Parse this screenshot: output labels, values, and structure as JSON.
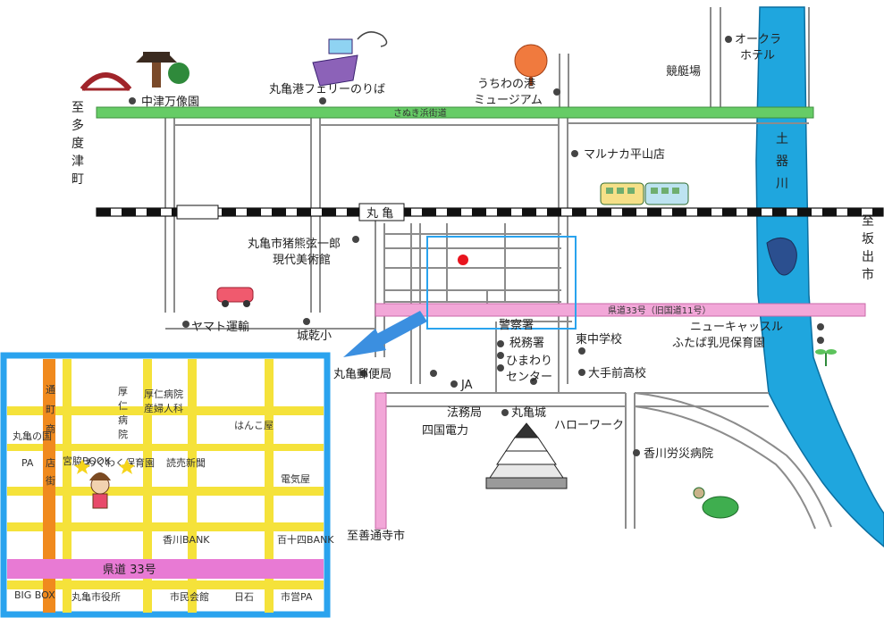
{
  "main_map": {
    "places": {
      "nakatsu_bansho_en": "中津万像園",
      "ferry": "丸亀港フェリーのりば",
      "uchiwa_museum_1": "うちわの港",
      "uchiwa_museum_2": "ミュージアム",
      "okura_1": "オークラ",
      "okura_2": "ホテル",
      "kyoteijo": "競艇場",
      "marunaka": "マルナカ平山店",
      "inokuma_1": "丸亀市猪熊弦一郎",
      "inokuma_2": "現代美術館",
      "yamato": "ヤマト運輸",
      "jokanko": "城乾小",
      "keisatsusho": "警察署",
      "zeimusho": "税務署",
      "himawari_1": "ひまわり",
      "himawari_2": "センター",
      "higashi_chugaku": "東中学校",
      "ote_mae": "大手前高校",
      "yubinkyoku": "丸亀郵便局",
      "ja": "JA",
      "homukyoku": "法務局",
      "marugame_jo": "丸亀城",
      "shikoku_denryoku": "四国電力",
      "hello_work": "ハローワーク",
      "kagawa_rosai": "香川労災病院",
      "new_castle": "ニューキャッスル",
      "futaba": "ふたば乳児保育園",
      "sanuki_road": "さぬき浜街道",
      "station": "丸 亀",
      "route33": "県道33号（旧国道11号）"
    },
    "directions": {
      "tadotsu": [
        "至",
        "多",
        "度",
        "津",
        "町"
      ],
      "sakaide": [
        "至",
        "坂",
        "出",
        "市"
      ],
      "zentsuji": "至善通寺市"
    },
    "river": [
      "土",
      "器",
      "川"
    ]
  },
  "inset": {
    "labels": {
      "hospital_a": [
        "厚",
        "仁",
        "病",
        "院"
      ],
      "hospital_b": [
        "厚仁病院",
        "産婦人科"
      ],
      "pa_left": "PA",
      "shop_top_left": "丸亀の国",
      "station_street": [
        "通",
        "町",
        "商",
        "店",
        "街"
      ],
      "school_sign": "わくわく保育園",
      "bookstore": "宮脇BOOK",
      "newspaper": "読売新聞",
      "electric": "電気屋",
      "hanzo": "はんこ屋",
      "kagawa_bank": "香川BANK",
      "hyakujushi_bank": "百十四BANK",
      "route33": "県道 33号",
      "bigbox": "BIG BOX",
      "city_hall": "丸亀市役所",
      "civic_hall": "市民会館",
      "nisseki": "日石",
      "city_pa": "市営PA"
    }
  },
  "colors": {
    "road_green": "#66cc66",
    "road_pink": "#f2a7d8",
    "road_yellow": "#f5e23a",
    "river_blue": "#1fa6de",
    "inset_frame": "#2aa3ee",
    "pointer_blue": "#3b8fe0",
    "marker_red": "#e8141e",
    "orange_road": "#f08a1e"
  }
}
